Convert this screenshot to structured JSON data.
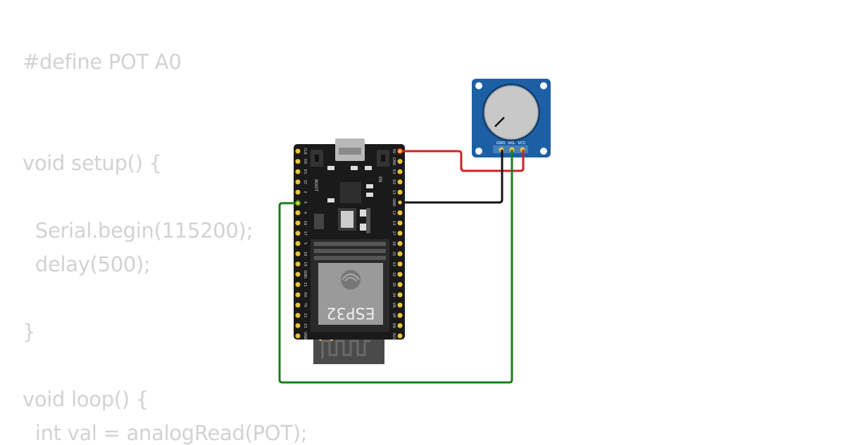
{
  "code_lines": [
    "#define POT A0",
    "void setup() {",
    "  Serial.begin(115200);",
    "  delay(500);",
    "}",
    "void loop() {",
    "  int val = analogRead(POT);"
  ],
  "board": {
    "chip_label": "ESP32",
    "left_pins": [
      "CLK",
      "D0",
      "D1",
      "15",
      "2",
      "0",
      "4",
      "16",
      "17",
      "5",
      "18",
      "19",
      "GND",
      "21",
      "RX",
      "TX",
      "22",
      "23",
      "GND"
    ],
    "right_pins": [
      "5V",
      "CMD",
      "D3",
      "D2",
      "13",
      "GND",
      "12",
      "14",
      "27",
      "26",
      "25",
      "33",
      "32",
      "35",
      "34",
      "VN",
      "VP",
      "EN",
      "3V3"
    ],
    "boot_label": "BOOT",
    "en_label": "EN"
  },
  "potentiometer": {
    "pin_labels": [
      "GND",
      "SIG",
      "VCC"
    ]
  },
  "colors": {
    "code_text": "#d2d2d2",
    "board": "#1a1a1a",
    "pin_gold": "#e8c43a",
    "pot_module": "#1c5fa5",
    "knob": "#c8c8c8",
    "wire_5v": "#d42020",
    "wire_gnd": "#111111",
    "wire_signal": "#1a7d1a"
  }
}
